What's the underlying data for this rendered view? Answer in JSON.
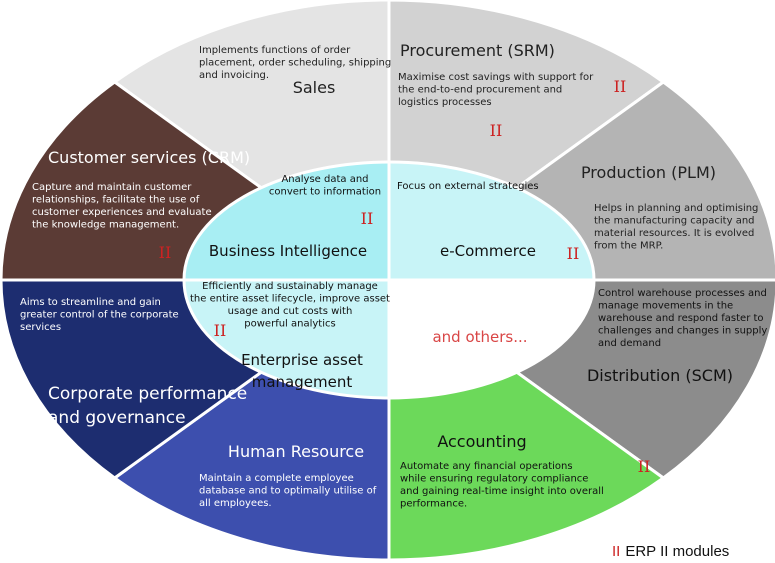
{
  "outer_segments": [
    {
      "id": "sales",
      "title": "Sales",
      "description": [
        "Implements functions of order",
        "placement, order scheduling, shipping",
        "and invoicing."
      ],
      "color": "#e4e4e4",
      "text_color": "#222222",
      "erp2": false
    },
    {
      "id": "procurement",
      "title": "Procurement (SRM)",
      "description": [
        "Maximise cost savings with support for",
        "the end-to-end procurement and",
        "logistics processes"
      ],
      "color": "#d2d2d2",
      "text_color": "#222222",
      "erp2": true
    },
    {
      "id": "production",
      "title": "Production (PLM)",
      "description": [
        "Helps in planning and optimising",
        "the manufacturing capacity and",
        "material resources. It is evolved",
        "from the MRP."
      ],
      "color": "#b4b4b4",
      "text_color": "#222222",
      "erp2": true
    },
    {
      "id": "distribution",
      "title": "Distribution (SCM)",
      "description": [
        "Control warehouse processes and",
        "manage movements in the",
        "warehouse and respond faster to",
        "challenges and changes in supply",
        "and demand"
      ],
      "color": "#8c8c8c",
      "text_color": "#111111",
      "erp2": true
    },
    {
      "id": "accounting",
      "title": "Accounting",
      "description": [
        "Automate any financial operations",
        "while ensuring regulatory compliance",
        "and gaining real-time insight into overall",
        "performance."
      ],
      "color": "#6cd95a",
      "text_color": "#111111",
      "erp2": false
    },
    {
      "id": "hr",
      "title": "Human Resource",
      "description": [
        "Maintain a complete employee",
        "database and to optimally utilise of",
        "all  employees."
      ],
      "color": "#3d4fae",
      "text_color": "#ffffff",
      "erp2": false
    },
    {
      "id": "corporate",
      "title": [
        "Corporate performance",
        "and governance"
      ],
      "description": [
        "Aims to streamline and gain",
        "greater control of the corporate",
        "services"
      ],
      "color": "#1d2d70",
      "text_color": "#ffffff",
      "erp2": false
    },
    {
      "id": "crm",
      "title": "Customer services (CRM)",
      "description": [
        "Capture and maintain customer",
        "relationships, facilitate the use of",
        "customer experiences and evaluate",
        "the knowledge management."
      ],
      "color": "#5b3b35",
      "text_color": "#ffffff",
      "erp2": true
    }
  ],
  "inner_segments": [
    {
      "id": "bi",
      "title": "Business Intelligence",
      "description": [
        "Analyse data and",
        "convert to information"
      ],
      "color": "#a8eef3",
      "erp2": true
    },
    {
      "id": "ecommerce",
      "title": "e-Commerce",
      "description": [
        "Focus on external strategies"
      ],
      "color": "#c8f4f7",
      "erp2": true
    },
    {
      "id": "eam",
      "title": [
        "Enterprise asset",
        "management"
      ],
      "description": [
        "Efficiently and sustainably manage",
        "the entire asset lifecycle, improve asset",
        "usage and cut costs with",
        "powerful analytics"
      ],
      "color": "#c8f4f7",
      "erp2": true
    },
    {
      "id": "others",
      "title": "and others...",
      "description": [],
      "color": "#ffffff",
      "erp2": false
    }
  ],
  "erp2_marker": "II",
  "legend": {
    "marker": "II",
    "label": "ERP II modules"
  },
  "colors": {
    "marker_red": "#cc2222",
    "divider": "#ffffff"
  }
}
